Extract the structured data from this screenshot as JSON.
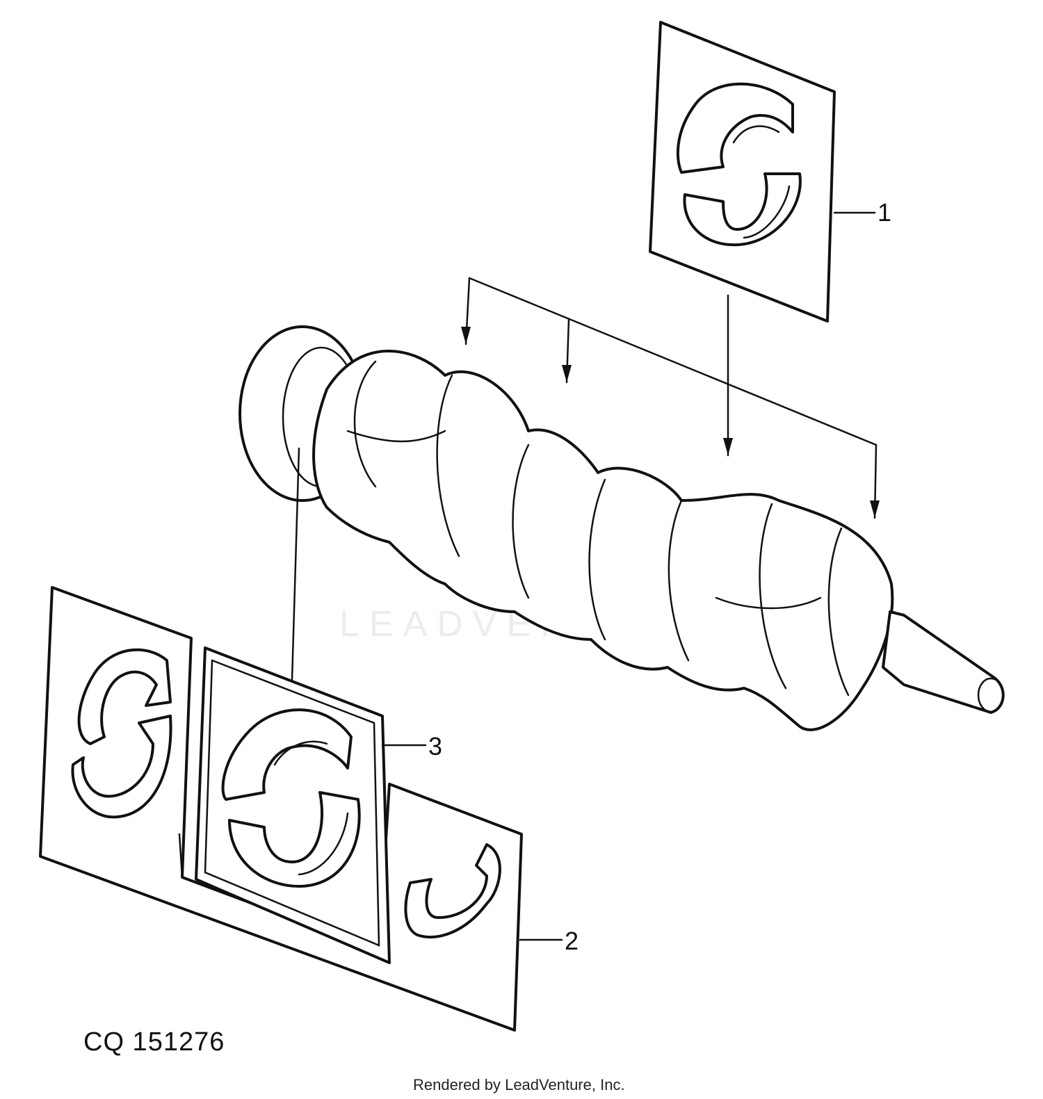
{
  "diagram": {
    "callouts": [
      {
        "id": "1",
        "label": "1"
      },
      {
        "id": "2",
        "label": "2"
      },
      {
        "id": "3",
        "label": "3"
      }
    ],
    "figure_id": "CQ 151276",
    "watermark": "LEADVENTURE",
    "credit": "Rendered by LeadVenture, Inc."
  }
}
